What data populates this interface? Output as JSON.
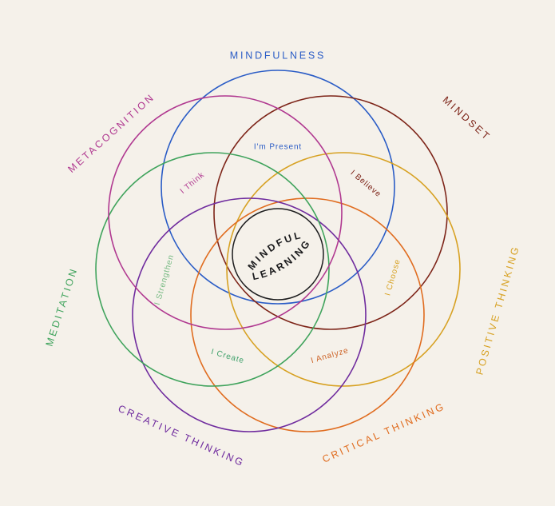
{
  "background_color": "#f5f1ea",
  "center_badge": {
    "line1": "MINDFUL",
    "line2": "LEARNING",
    "color": "#1c1c1e"
  },
  "petals": [
    {
      "name": "Mindfulness",
      "label": "MINDFULNESS",
      "inner_label": "I'm Present",
      "color": "#2a5cc6",
      "inner_color": "#2a5cc6"
    },
    {
      "name": "Mindset",
      "label": "MINDSET",
      "inner_label": "I Believe",
      "color": "#7d2418",
      "inner_color": "#7d2418"
    },
    {
      "name": "Positive Thinking",
      "label": "POSITIVE THINKING",
      "inner_label": "I Choose",
      "color": "#d7a122",
      "inner_color": "#d7a122"
    },
    {
      "name": "Critical Thinking",
      "label": "CRITICAL THINKING",
      "inner_label": "I Analyze",
      "color": "#e06c1f",
      "inner_color": "#cd6428"
    },
    {
      "name": "Creative Thinking",
      "label": "CREATIVE THINKING",
      "inner_label": "I Create",
      "color": "#6f2b9e",
      "inner_color": "#3ea06a"
    },
    {
      "name": "Meditation",
      "label": "MEDITATION",
      "inner_label": "I Strengthen",
      "color": "#3fa35c",
      "inner_color": "#79bb85"
    },
    {
      "name": "Metacognition",
      "label": "METACOGNITION",
      "inner_label": "I Think",
      "color": "#b03890",
      "inner_color": "#b03890"
    }
  ]
}
